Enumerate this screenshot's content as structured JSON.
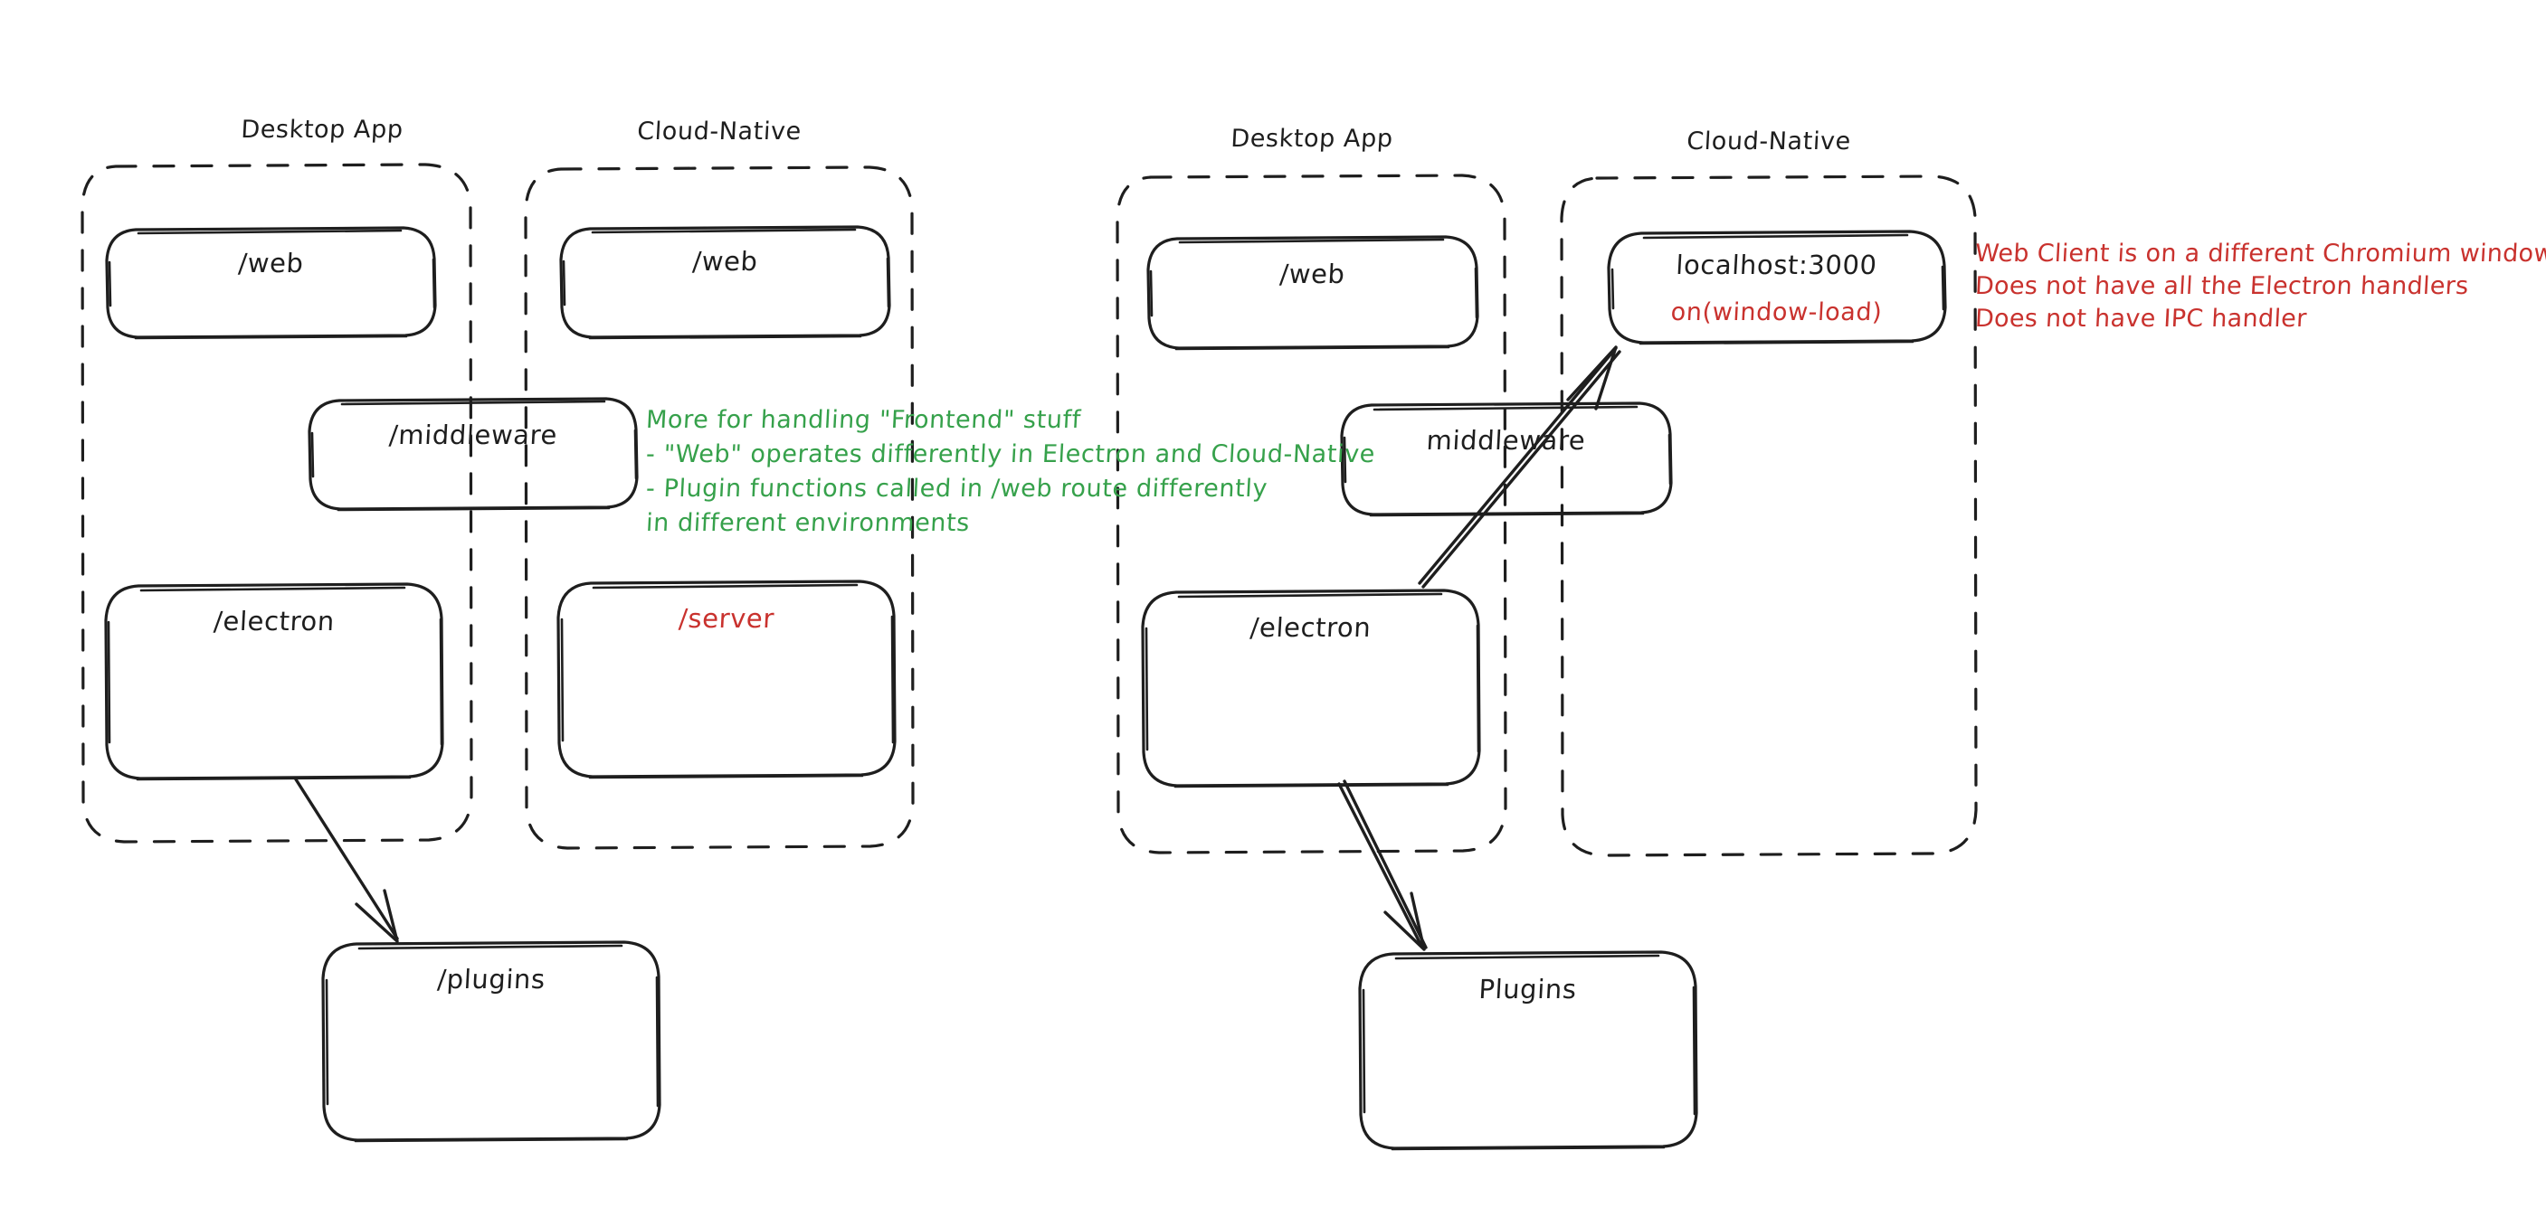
{
  "canvas": {
    "background": "#ffffff",
    "stroke_color": "#1e1e1e",
    "green": "#36a14b",
    "red": "#c9322e"
  },
  "left_diagram": {
    "groups": [
      {
        "name": "desktop-app",
        "title": "Desktop App"
      },
      {
        "name": "cloud-native",
        "title": "Cloud-Native"
      }
    ],
    "boxes": [
      {
        "name": "web-desktop",
        "label": "/web",
        "color": "#1e1e1e"
      },
      {
        "name": "web-cloud",
        "label": "/web",
        "color": "#1e1e1e"
      },
      {
        "name": "middleware",
        "label": "/middleware",
        "color": "#1e1e1e"
      },
      {
        "name": "electron",
        "label": "/electron",
        "color": "#1e1e1e"
      },
      {
        "name": "server",
        "label": "/server",
        "color": "#c9322e"
      },
      {
        "name": "plugins",
        "label": "/plugins",
        "color": "#1e1e1e"
      }
    ],
    "annotation": {
      "color": "#36a14b",
      "lines": [
        "More for handling \"Frontend\" stuff",
        "- \"Web\" operates differently in Electron and Cloud-Native",
        "- Plugin functions called in /web route differently",
        "in different environments"
      ]
    }
  },
  "right_diagram": {
    "groups": [
      {
        "name": "desktop-app",
        "title": "Desktop App"
      },
      {
        "name": "cloud-native",
        "title": "Cloud-Native"
      }
    ],
    "boxes": [
      {
        "name": "web-desktop",
        "label": "/web",
        "color": "#1e1e1e"
      },
      {
        "name": "localhost",
        "label": "localhost:3000",
        "sublabel": "on(window-load)",
        "color": "#1e1e1e",
        "sublabel_color": "#c9322e"
      },
      {
        "name": "middleware",
        "label": "middleware",
        "color": "#1e1e1e"
      },
      {
        "name": "electron",
        "label": "/electron",
        "color": "#1e1e1e"
      },
      {
        "name": "plugins",
        "label": "Plugins",
        "color": "#1e1e1e"
      }
    ],
    "annotation": {
      "color": "#c9322e",
      "lines": [
        "Web Client is on a different Chromium window",
        "Does not have all the Electron handlers",
        "Does not have IPC handler"
      ]
    }
  }
}
